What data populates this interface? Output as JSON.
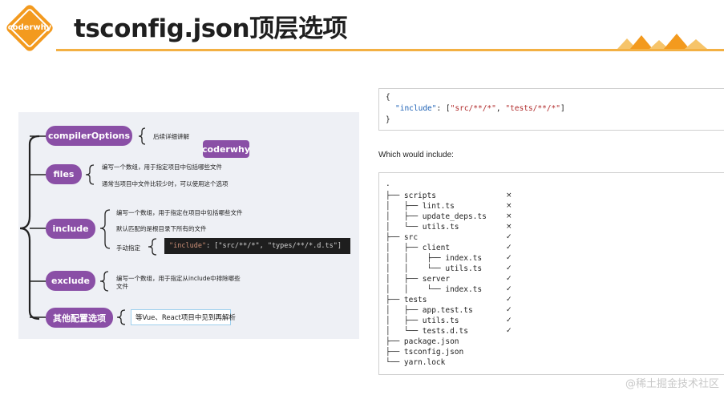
{
  "logo": {
    "text": "coderwhy"
  },
  "title": "tsconfig.json顶层选项",
  "diagram": {
    "compilerOptions": {
      "label": "compilerOptions",
      "note": "后续详细讲解"
    },
    "badge": "coderwhy",
    "files": {
      "label": "files",
      "notes": [
        "编写一个数组，用于指定项目中包括哪些文件",
        "通常当项目中文件比较少时，可以使用这个选项"
      ]
    },
    "include": {
      "label": "include",
      "notes": [
        "编写一个数组，用于指定在项目中包括哪些文件",
        "默认匹配的是根目录下所有的文件",
        "手动指定"
      ],
      "code_key": "\"include\"",
      "code_rest": ": [\"src/**/*\", \"types/**/*.d.ts\"]"
    },
    "exclude": {
      "label": "exclude",
      "note_line1": "编写一个数组，用于指定从include中排除哪些",
      "note_line2": "文件"
    },
    "other": {
      "label": "其他配置选项",
      "note": "等Vue、React项目中见到再解析"
    }
  },
  "json_example": {
    "open": "{",
    "key": "\"include\"",
    "sep": ": [",
    "val1": "\"src/**/*\"",
    "comma": ", ",
    "val2": "\"tests/**/*\"",
    "end": "]",
    "close": "}"
  },
  "which_label": "Which would include:",
  "tree": [
    {
      "text": ".",
      "mark": ""
    },
    {
      "text": "├── scripts",
      "mark": "×"
    },
    {
      "text": "│   ├── lint.ts",
      "mark": "×"
    },
    {
      "text": "│   ├── update_deps.ts",
      "mark": "×"
    },
    {
      "text": "│   └── utils.ts",
      "mark": "×"
    },
    {
      "text": "├── src",
      "mark": "✓"
    },
    {
      "text": "│   ├── client",
      "mark": "✓"
    },
    {
      "text": "│   │    ├── index.ts",
      "mark": "✓"
    },
    {
      "text": "│   │    └── utils.ts",
      "mark": "✓"
    },
    {
      "text": "│   ├── server",
      "mark": "✓"
    },
    {
      "text": "│   │    └── index.ts",
      "mark": "✓"
    },
    {
      "text": "├── tests",
      "mark": "✓"
    },
    {
      "text": "│   ├── app.test.ts",
      "mark": "✓"
    },
    {
      "text": "│   ├── utils.ts",
      "mark": "✓"
    },
    {
      "text": "│   └── tests.d.ts",
      "mark": "✓"
    },
    {
      "text": "├── package.json",
      "mark": ""
    },
    {
      "text": "├── tsconfig.json",
      "mark": ""
    },
    {
      "text": "└── yarn.lock",
      "mark": ""
    }
  ],
  "watermark": "@稀土掘金技术社区",
  "colors": {
    "accent_orange": "#f39a1e",
    "pill_purple": "#8a4fa6",
    "rule": "#f3b043"
  }
}
